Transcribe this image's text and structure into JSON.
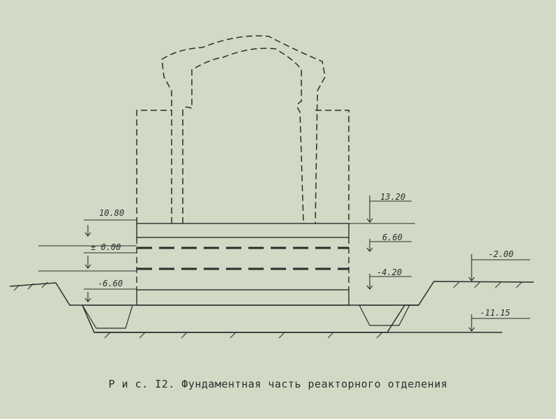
{
  "drawing": {
    "levels": {
      "l_10_80": "10.80",
      "l_0_00": "± 0.00",
      "l_m6_60": "-6.60",
      "r_13_20": "13.20",
      "r_6_60": "6.60",
      "r_m4_20": "-4.20",
      "r_m2_00": "-2.00",
      "r_m11_15": "-11.15"
    }
  },
  "caption": "Р и с. I2. Фундаментная часть реакторного отделения"
}
